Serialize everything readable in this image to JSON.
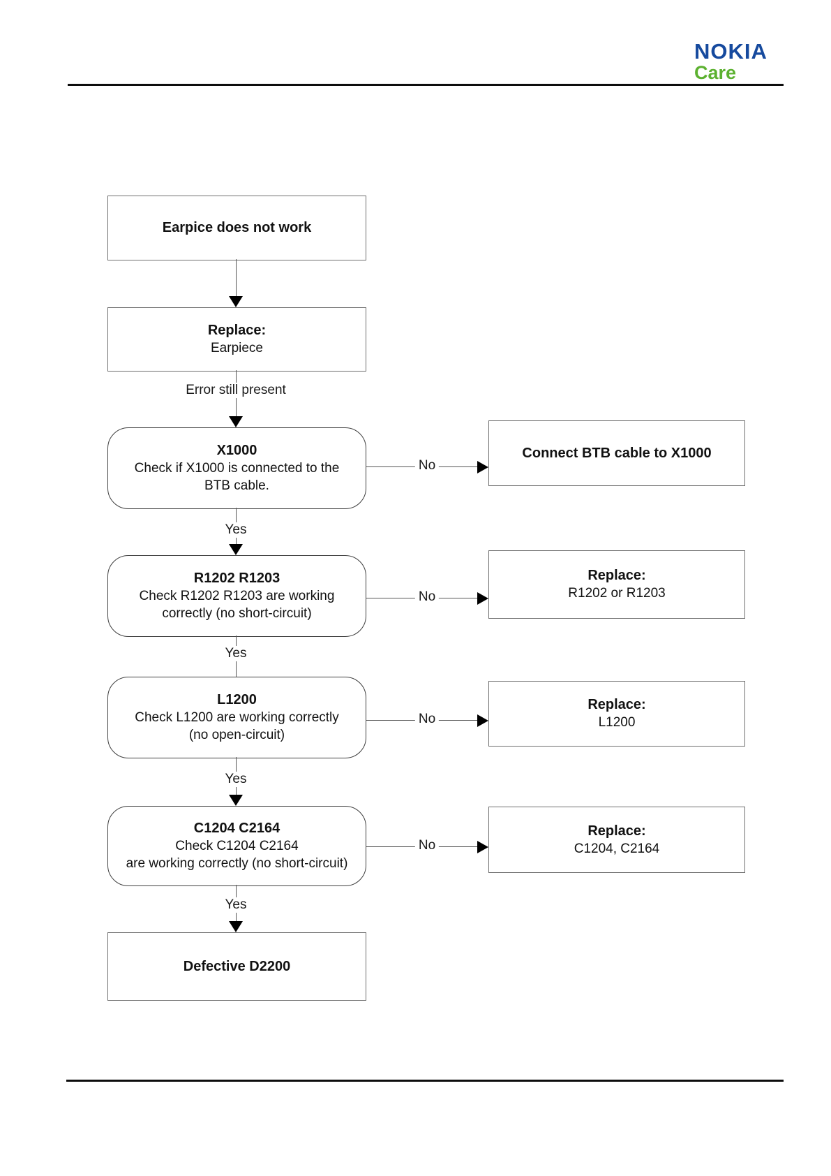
{
  "brand": {
    "name": "NOKIA",
    "subname": "Care"
  },
  "colors": {
    "brand_blue": "#164A9E",
    "care_green": "#5CB130"
  },
  "labels": {
    "yes": "Yes",
    "no": "No",
    "error_still_present": "Error still present"
  },
  "flow": {
    "start": "Earpice does not work",
    "step1": {
      "title": "Replace:",
      "body": "Earpiece"
    },
    "decisions": [
      {
        "title": "X1000",
        "lines": [
          "Check if X1000 is connected to the",
          "BTB cable."
        ],
        "no_title": "Connect BTB cable to X1000",
        "no_lines": []
      },
      {
        "title": "R1202 R1203",
        "lines": [
          "Check R1202 R1203 are working",
          "correctly (no short-circuit)"
        ],
        "no_title": "Replace:",
        "no_lines": [
          "R1202 or R1203"
        ]
      },
      {
        "title": "L1200",
        "lines": [
          "Check L1200 are working correctly",
          "(no open-circuit)"
        ],
        "no_title": "Replace:",
        "no_lines": [
          "L1200"
        ]
      },
      {
        "title": "C1204 C2164",
        "lines": [
          "Check C1204 C2164",
          "are working correctly (no short-circuit)"
        ],
        "no_title": "Replace:",
        "no_lines": [
          "C1204, C2164"
        ]
      }
    ],
    "end": "Defective D2200"
  }
}
